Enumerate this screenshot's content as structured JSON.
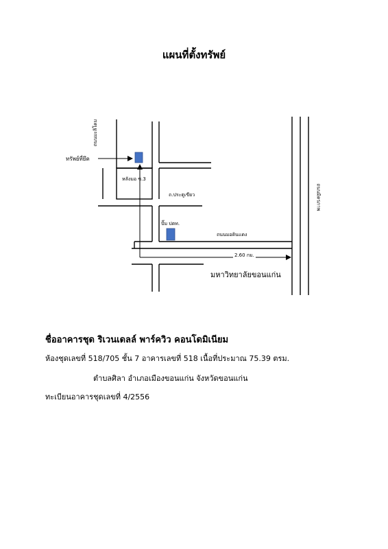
{
  "page": {
    "title": "แผนที่ตั้งทรัพย์"
  },
  "map": {
    "labels": {
      "property": "ทรัพย์ที่ยึด",
      "road_left": "ถนนมะลิโดม",
      "alley": "หลังมอ ซ.3",
      "road_middle": "ถ.ประตูเขียว",
      "gas_station": "ปั๊ม ปตท.",
      "road_bottom": "ถนนมอดินแดง",
      "distance": "2.60 กม.",
      "university": "มหาวิทยาลัยขอนแก่น",
      "road_right": "ถนนมิตรภาพ"
    },
    "colors": {
      "marker": "#4472c4",
      "marker_border": "#2f4f8f",
      "line": "#000000"
    }
  },
  "info": {
    "building_name": "ชื่ออาคารชุด  ริเวนเดลล์ พาร์ควิว คอนโดมิเนียม",
    "unit_line": "ห้องชุดเลขที่  518/705 ชั้น 7 อาคารเลขที่ 518 เนื้อที่ประมาณ 75.39 ตรม.",
    "location_line": "ตำบลศิลา อำเภอเมืองขอนแก่น จังหวัดขอนแก่น",
    "registration_line": "ทะเบียนอาคารชุดเลขที่  4/2556"
  }
}
